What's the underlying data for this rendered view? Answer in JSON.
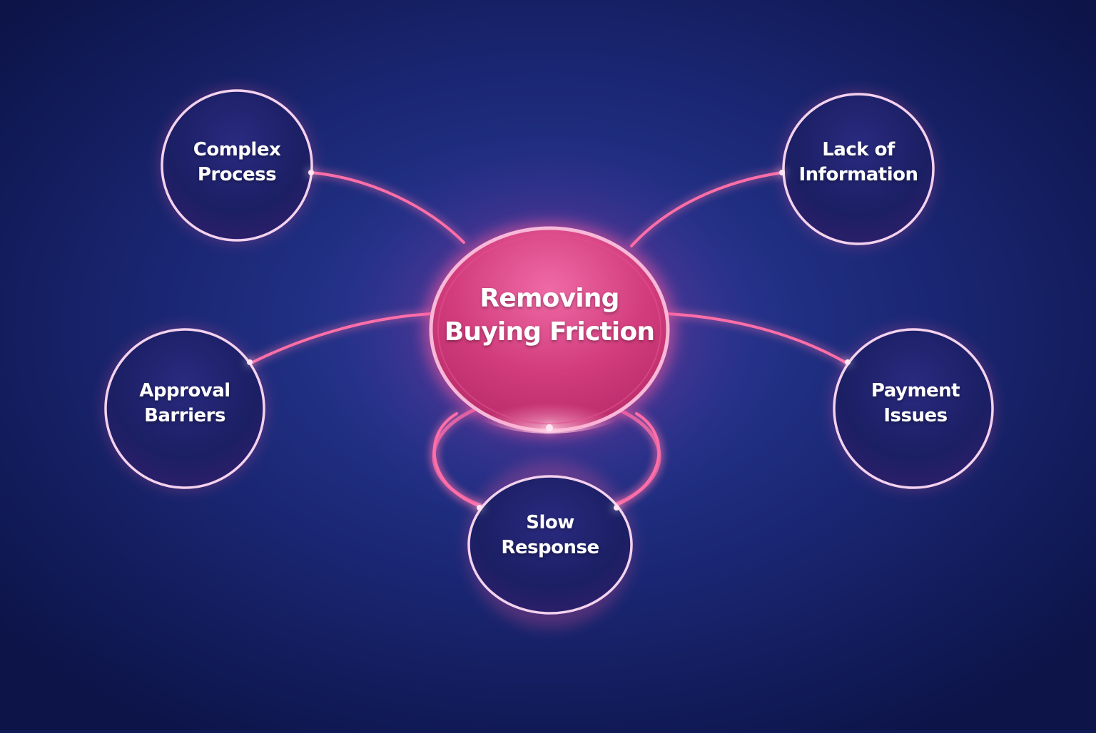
{
  "diagram": {
    "type": "hub-and-spoke",
    "colors": {
      "background_center": "#2a3d9a",
      "background_edge": "#0d1650",
      "hub_fill": "#d63a7a",
      "hub_fill_light": "#f07ab0",
      "connector": "#ff6ea8",
      "node_fill": "#1c2268",
      "node_ring": "#f6d6f0",
      "text": "#ffffff"
    },
    "center": {
      "line1": "Removing",
      "line2": "Buying Friction"
    },
    "nodes": [
      {
        "id": "complex-process",
        "line1": "Complex",
        "line2": "Process"
      },
      {
        "id": "lack-of-information",
        "line1": "Lack of",
        "line2": "Information"
      },
      {
        "id": "approval-barriers",
        "line1": "Approval",
        "line2": "Barriers"
      },
      {
        "id": "payment-issues",
        "line1": "Payment",
        "line2": "Issues"
      },
      {
        "id": "slow-response",
        "line1": "Slow",
        "line2": "Response"
      }
    ]
  }
}
